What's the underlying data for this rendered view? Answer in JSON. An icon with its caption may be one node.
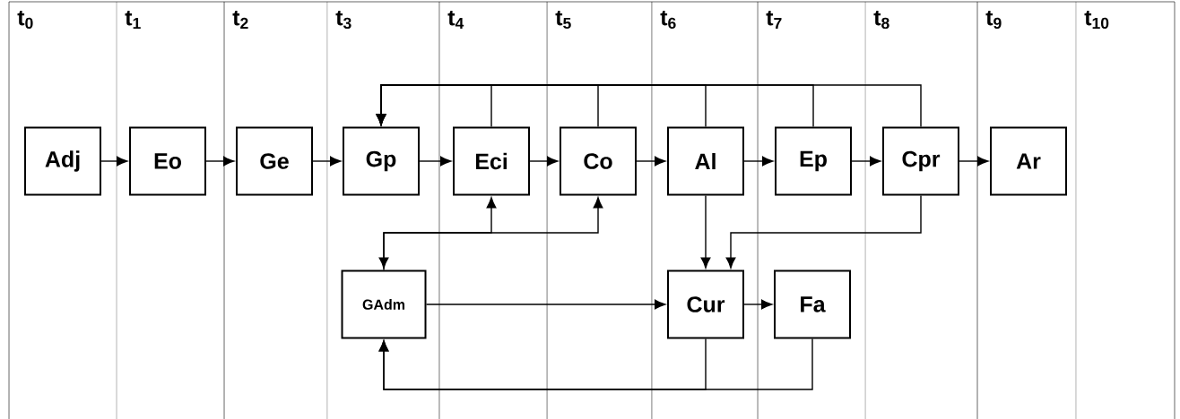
{
  "diagram": {
    "nodes": [
      {
        "text": [
          "Adj"
        ]
      },
      {
        "text": [
          "Eo"
        ]
      },
      {
        "text": [
          "Ge"
        ]
      },
      {
        "text": [
          "Gp"
        ]
      },
      {
        "text": [
          "Eci"
        ]
      },
      {
        "text": [
          "Co"
        ]
      },
      {
        "text": [
          "Al"
        ]
      },
      {
        "text": [
          "Ep"
        ]
      },
      {
        "text": [
          "Cpr"
        ]
      },
      {
        "text": [
          "Ar"
        ]
      },
      {
        "text": [
          "GAdm"
        ]
      },
      {
        "text": [
          "Cur"
        ]
      },
      {
        "text": [
          "Fa"
        ]
      }
    ],
    "edges": [
      {
        "from": 0,
        "to": 1,
        "arrow": "to"
      },
      {
        "from": 1,
        "to": 2,
        "arrow": "to"
      },
      {
        "from": 2,
        "to": 3,
        "arrow": "to"
      },
      {
        "from": 3,
        "to": 4,
        "arrow": "to"
      },
      {
        "from": 4,
        "to": 5,
        "arrow": "to"
      },
      {
        "from": 5,
        "to": 6,
        "arrow": "to"
      },
      {
        "from": 6,
        "to": 7,
        "arrow": "to"
      },
      {
        "from": 7,
        "to": 8,
        "arrow": "to"
      },
      {
        "from": 8,
        "to": 9,
        "arrow": "to"
      },
      {
        "from": 4,
        "to": 3,
        "arrow": "to"
      },
      {
        "from": 5,
        "to": 3,
        "arrow": "to"
      },
      {
        "from": 6,
        "to": 3,
        "arrow": "to"
      },
      {
        "from": 7,
        "to": 3,
        "arrow": "to"
      },
      {
        "from": 8,
        "to": 3,
        "arrow": "to"
      },
      {
        "from": 10,
        "to": 4,
        "arrow": "both"
      },
      {
        "from": 10,
        "to": 5,
        "arrow": "to"
      },
      {
        "from": 6,
        "to": 11,
        "arrow": "to"
      },
      {
        "from": 8,
        "to": 11,
        "arrow": "to"
      },
      {
        "from": 10,
        "to": 11,
        "arrow": "to"
      },
      {
        "from": 11,
        "to": 12,
        "arrow": "to"
      },
      {
        "from": 11,
        "to": 10,
        "arrow": "to"
      },
      {
        "from": 12,
        "to": 10,
        "arrow": "to"
      }
    ],
    "labels": [
      "t$_{0}$",
      "t$_{1}$",
      "t$_{2}$",
      "t$_{3}$",
      "t$_{4}$",
      "t$_{5}$",
      "t$_{6}$",
      "t$_{7}$",
      "t$_{8}$",
      "t$_{9}$",
      "t$_{10}$"
    ]
  }
}
